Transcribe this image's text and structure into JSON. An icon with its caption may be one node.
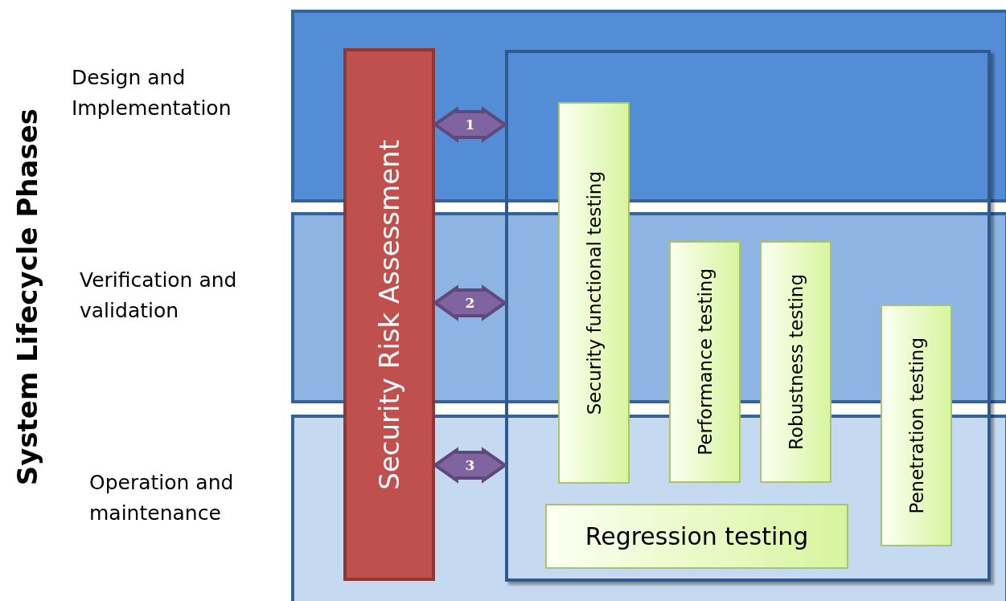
{
  "diagram": {
    "nodes": [
      {
        "text": [
          "Design and Implementation"
        ]
      },
      {
        "text": [
          "Verification and validation"
        ]
      },
      {
        "text": [
          "Operation and maintenance"
        ]
      },
      {
        "text": [
          "Security Risk Assessment"
        ]
      },
      {
        "text": [],
        "shape": "box"
      },
      {
        "text": [
          "Security functional testing"
        ],
        "in": 4
      },
      {
        "text": [
          "Performance testing"
        ],
        "in": 4
      },
      {
        "text": [
          "Robustness testing"
        ],
        "in": 4
      },
      {
        "text": [
          "Penetration testing"
        ],
        "in": 4
      },
      {
        "text": [
          "Regression testing"
        ]
      }
    ],
    "edges": [
      {
        "from": 3,
        "to": 4,
        "arrow": "both",
        "label": "1"
      },
      {
        "from": 3,
        "to": 4,
        "arrow": "both",
        "label": "2"
      },
      {
        "from": 3,
        "to": 4,
        "arrow": "both",
        "label": "3"
      }
    ],
    "labels": [
      "System Lifecycle Phases"
    ]
  }
}
